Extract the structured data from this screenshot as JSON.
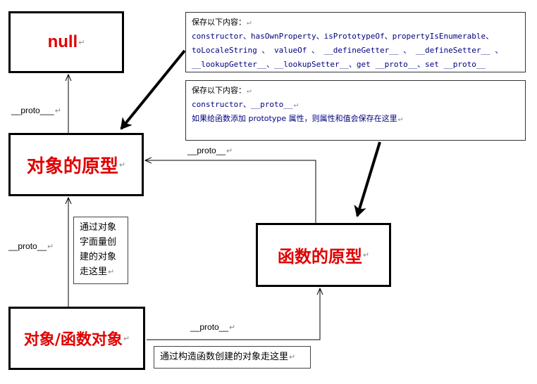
{
  "nodes": {
    "null": "null",
    "object_prototype": "对象的原型",
    "function_prototype": "函数的原型",
    "object_function": "对象/函数对象"
  },
  "notes": {
    "top": {
      "header": "保存以下内容：",
      "lines": [
        "constructor、hasOwnProperty、isPrototypeOf、propertyIsEnumerable、",
        "toLocaleString 、 valueOf 、 __defineGetter__ 、 __defineSetter__ 、",
        "__lookupGetter__、__lookupSetter__、get __proto__、set __proto__"
      ]
    },
    "middle": {
      "header": "保存以下内容：",
      "code_line": "constructor、__proto__",
      "text_line": "如果给函数添加 prototype 属性，则属性和值会保存在这里"
    }
  },
  "labels": {
    "proto_top": "__proto___",
    "proto_left": "__proto__",
    "proto_mid": "__proto__",
    "proto_bottom": "__proto__"
  },
  "callouts": {
    "literal": "通过对象字面量创建的对象走这里",
    "constructor": "通过构造函数创建的对象走这里"
  },
  "para_mark": "↵"
}
